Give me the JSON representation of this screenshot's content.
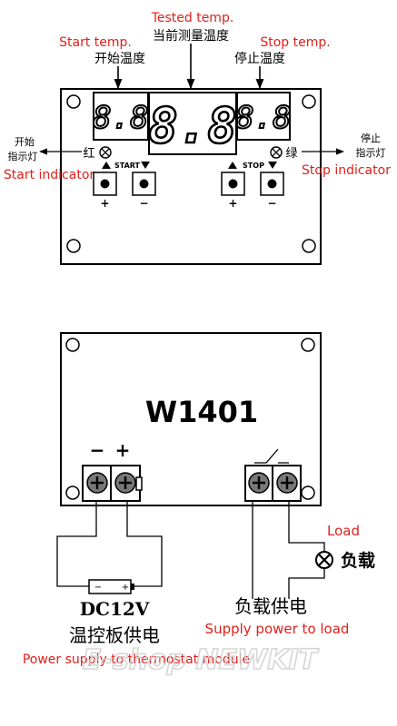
{
  "top_diagram": {
    "tested_temp_en": "Tested temp.",
    "tested_temp_cn": "当前测量温度",
    "start_temp_en": "Start temp.",
    "start_temp_cn": "开始温度",
    "stop_temp_en": "Stop temp.",
    "stop_temp_cn": "停止温度",
    "left_display_digits": "8.8",
    "center_display_digits": "8.8",
    "right_display_digits": "8.8",
    "start_indicator_cn_1": "开始",
    "start_indicator_cn_2": "指示灯",
    "start_indicator_en": "Start indicator",
    "stop_indicator_cn_1": "停止",
    "stop_indicator_cn_2": "指示灯",
    "stop_indicator_en": "Stop indicator",
    "red_led_label": "红",
    "green_led_label": "绿",
    "start_group_label": "START",
    "stop_group_label": "STOP",
    "plus": "+",
    "minus": "−"
  },
  "bottom_diagram": {
    "model": "W1401",
    "terminal_minus": "−",
    "terminal_plus": "+",
    "battery_minus": "−",
    "battery_plus": "+",
    "supply_voltage": "DC12V",
    "supply_cn": "温控板供电",
    "supply_en": "Power supply to thermostat module",
    "load_en": "Load",
    "load_cn": "负载",
    "load_supply_cn": "负载供电",
    "load_supply_en": "Supply power to load",
    "watermark": "E-shop NEWKIT"
  },
  "colors": {
    "annotation_red": "#e0201b",
    "line_black": "#000000",
    "watermark_gray": "#d6d6d6"
  }
}
